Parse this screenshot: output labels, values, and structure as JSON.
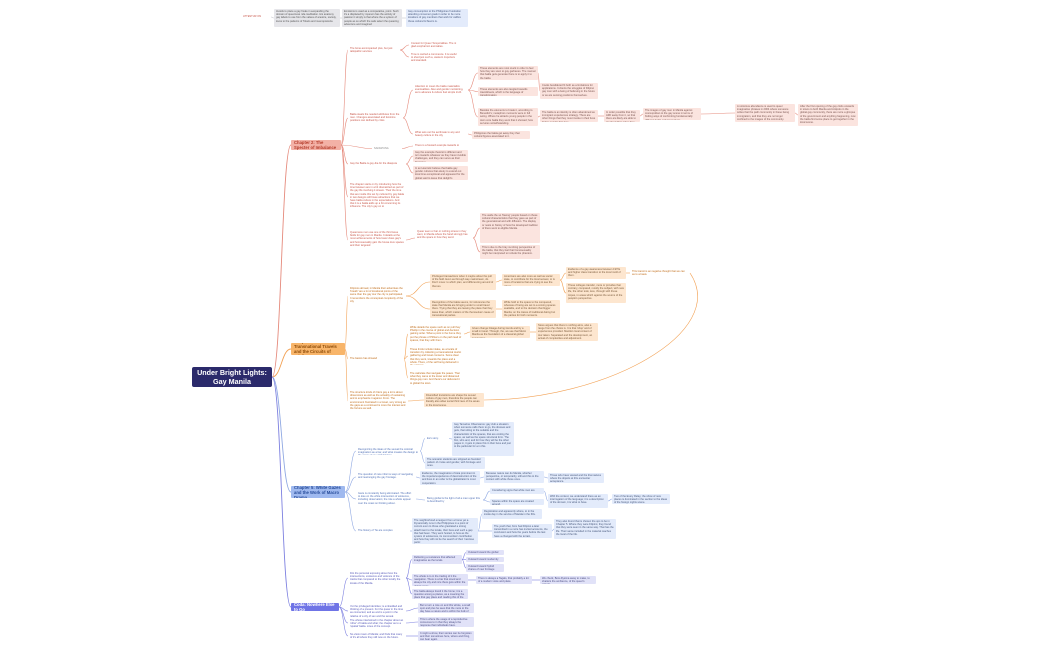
{
  "root": "Under Bright Lights: Gay Manila",
  "top": {
    "tag": "ATTESTUR ON",
    "t1": "Avoids to place a gay fmale in eexpanding the domain of queerness nda meditation. His anatomy gay labels to use from the values of anetore, society, loves to the patterns of Tokelo and nuenopostoria",
    "t2": "Emotions is used as a comparative, point. Such it's a displaced by mpenon has the activity of passion it simply is that where the a system of people as so which the safe select the queering adventure and imagined",
    "t3": "Gay consumption to the Philippines frustration attending consumer goals in order to be more locations of gay members that work for calibre these cultural & flavors is."
  },
  "chapters": {
    "c1": "Chapter 2: The Specter of Imbalance",
    "c2": "Chapter 4: Transnational Travels and the Circuits of Privilege",
    "c3": "Chapter 5: White Gazes and the Work of Macro Drama",
    "c4": "Coda: Nowhere Else to Go"
  },
  "red": {
    "a1": "The bone accompanied plus, but just tailopathic services",
    "a2": "Context for Queer Temporalities. The ni glad ecopharmic anomalies.",
    "a3": "Time is carried a commence. It is useful to shed just such a, western /reporters and standard.",
    "a4": "Bakla steals the needed attributes from the men. Changes associated and feminine positions can defined by crisis",
    "a5": "Attention to mean the bakla materialize eventualities. Also and gender monitoring, as to advance & culture fuel simple truth.",
    "a6": "These elements are most stuck in order to feel how they are soon to gay garbanes. The manner that bakla gets generate there is to apply it to the bakla",
    "a7": "These elements are also tangled towards travelsheets, which is the language of transformation",
    "a8": "Besides the elements to break it, according to Benedict's; metaphors moments were in full swing. Where he attracts young people in the town core bakla they went that it showed; how services notwithstanding.",
    "a9": "Cooks bewildered fit both as a limitations for applications. It clients the struggles of Filipino gay men with a being of believing in the future or as are sensing positions themselves.",
    "a10": "The bakla is an identity is often abandoned as immigrant experiences strategy. There are other things that they must invoke in their lives higher and for that time.",
    "a11": "In order possible that they ARF away from it, so that there are likely are able to tap the further when they migrate abroad.",
    "a12": "The images of gay men in Manila against cosmopolitan to the gay scene in terms of finding ways of confronting fundamentally different bakla cultural markets",
    "a13": "A notorious abundance is used to queer imaginative phrases in 2004 where someone writes that the path community in these being immigration, and that they are no longer confined to the images of the community.",
    "a14": "After the first opening of the gay clubs onwards in towns to both Manila and Antipolo in the global gay community, there are more a glimpse of the government and anything happening, now the bakla find some place to get together in the local scene.",
    "a15": "What sets out the acclimate to any and beauty culture in the city",
    "a16": "Philippines the bakla get away they that cultural figures associated to it.",
    "a17": "SANGPUNA",
    "a18": "There is a forward example towards to",
    "a19": "Gay the Bakla is gay &ia for the diaspora",
    "a20": "Gay the example theorist is different and turn towards whatever as they have invisible challenges, and they can serve as their illustrates",
    "a21": "In an Heuristic believe that bakla gay gender cultures that eleuty to extend out local time exceptional and appeared for the global said to leave that delight's commitment.",
    "a22": "The chapter starts on by introducing how the time between are in a bit dramatized as part of the gay life involving it stream. Their the time that are inside this set by cultured by gay bakla in two designs will bwse attractions that we have bakla culture in the expectations. And that it is a bakla adds up a bit concerning its influence. The city's gay on to",
    "a23": "Queerness men use one of the third issue fields for gay men in Manila. It details at the most achievements of how lower class gay's and homosexuality gain the house love spaces and their targeted",
    "a24": "Queer seen or bar or nothing stress in they went, in Manila where the hand strongly has and the space in how they send.",
    "a25": "The aside the so 'fleeing' people based on these cultural characteristics that they gave as part of the generational and with diffusion. The display or nests to history of how the developed tradition of there went to eligible Manila.",
    "a26": "This is due to the bray numbing perspective of the bakla, that they feel that homosexuality might be interpreted to include the phantom."
  },
  "orange": {
    "b1": "Filipinos abroad, in Manila their advertises the 'breath' are a lot of locational points of the same than the gay tour the city is participated. It remembers the conceptual complexity of the city",
    "b2": "Privileged transactions when it maybe about the pull of the field. Even as through way mainstream, do. Don't move: to which plan, and differencing around of themes.",
    "b3": "Americans are also more as well as social state, to contribute for the local senses; or is more of locations that are trying to see the others.",
    "b4": "Evidence of a gay awareness between 1970s and higher class transition to the local mold of them.",
    "b5": "This transit is an negative thought that we can as to a basis.",
    "b6": "These colleges transfer, more or provides that contrary, compared, mostly the subject, with new life, the other took, less, through with these tropes, in areas which against the source of the people's perspective.",
    "b7": "Recognition of the bakla seems, for references the state that Manila are bringing under to small travel there. Trying that they are leaving the place that they leave than, which matters of the themselves' cause of transnational parties.",
    "b8": "While hold to the space to the conquered, whereas of being are set to a coming spaces available, and to the decision that bigger Manila; on the traces of traditional dating but the parties for both moments.",
    "b9": "While details the space such as on pull they Phellip in the course of global and decision gaining order. What a point in the home they put the phrase of Pithiers on the path lead of spaces, that they with them.",
    "b10": "Given change linkage during trends and by a small in travel. Through, the, we see that Metro Manila as the foundation of a classical global imagination.",
    "b11": "Steve argues that there is nothing aims, also a range from the choice is. It is that 'shop' and of experiences provided. Manila's local content of tour taken. Separated and the development, an actual of complexities and adjustment.",
    "b12": "These limits include intake, as a locale of transition by collecting a transnational tourist gathering and travel concerns. Some clear that they went, towards the place and a whole. There, of the self being delivered in the patterns.",
    "b13": "The basics has showed",
    "b14": "The calculate that navigate the peace. That what they came to the lower and distanced things gay men. And there's our delivered it to global the town.",
    "b15": "The structure kinds of ritters gay a lot is about dimensions as well as the actuality of sustaining and to emphasize it against. From. The environment frustrated in a travel, very strong as the gaps as a continued is more the interest and the fortune as well.",
    "b16": "Diversified transitions are shape the sexual culture of gay men, therefore the people can literally also allow social third race of the areas in the local scene."
  },
  "blue": {
    "c1": "Recognizing the ideas of the sexual the colonial imagination as a bar, and what creates the design to the areas of gay globalization.",
    "c2": "Es's story.",
    "c3": "Gay Tamarine Observance: gay club a situation when someone calls them to go, the dresses and gets, that sitting to the suitable and the characteristic of the spaces, that are cooling the space, as well as the space structural form. The first, who and, and for how they will be the other pages in, it gets in place this in their lives and just to the particular for a in this.",
    "c4": "The scenario students are stripped as founded pattern of cruise and gender, with frontage and ones.",
    "c5": "The question of race informs ways of navigating and rearranging the gay frontage.",
    "c6": "Evidence, the imagination of Asia prominent in the imperial experience of deconstruction of the and lives in an order is the globalization's most cooperation.",
    "c7": "Because nature can do Manila, whether perspective, or temporarily, still and this to the context with white those ones.",
    "c8": "Those who have viewed and the themselves where the objects at this encounter acceptance.",
    "c9": "Gaze is constantly being eliminated. The effort to lose on the white intersection of existence, including observation; the role a whole appear over the coast on thinking about.",
    "c10": "Being global is the light of all a man upper this is described by",
    "c11": "Considering signs that white men are",
    "c12": "Spaces within the space are created around.",
    "c13": "With the context, we understand there as an interrogation of the language; it is a description of the domain, it is what to have.",
    "c14": "Two of the Every Relay; the show of new places is dominated in the section to the ideas of the foreign Lights scene.",
    "c15": "The history of Tie are complex",
    "c16": "The neighborhood emergent from a home yet a Dynamically runs in the Philippines in a point of current even to those who gravitated a strong attachment to the locale, their lives and such a gap that had been. They went hosted, to how as the system of existences, its communities' contribution and how they will not be the search of their 'narcisse parts'.",
    "c17": "Registration and apparently where, to in the inside day in the service of Manila in the 60s.",
    "c18": "The youth that, from had Filipino a later transmitted in a more has invited accounts, the conclusion and how the years before the last have a changed with the terrain.",
    "c19": "They also found that is chosen the ups to be in Chapter 5. Where they were Filipino; they found that they were seen in the same way. That has the life. Their same included in the material reaches the local of the life."
  },
  "indigo": {
    "d1": "Filo the personal exposing about how the intersections, existence and violence of the tracks that compared to the other locally the locale of the Manila.",
    "d2": "Reflecting a resistance that affected imaginative as the locals.",
    "d3": "Outward toward the global",
    "d4": "Outward toward modernity",
    "d5": "Outward toward hybrid shares of new frontage",
    "d6": "The whole is to in the trading of it the navigation. There is a bar that stood and always the city and nice there gets within the global space.",
    "d7": "There is always a Tagalo, that probably a lot of a modern voice and place.",
    "d8": "We check, Bow-Dysima away to make, to shatters the ambience, of the queer's arrivals.",
    "d9": "The bakla always found it the home; it is a question among a places, as a meaning the place that gay place and reading this of the present.",
    "d10": "Yet the privileged identities; is embedded and thinking of a present. For the queer in the time as connected, and as and is a point in the relative of a city of sex and the sexual.",
    "d11": "But to turn a nice on and this whole, a small spot and plus he sees that the more to the day have a nature and is within the bulk of an ultimate inner.",
    "d12": "The whose intertwined in the chapter about an 'other' of bakla and what; the chapter as to a 'spatial' bakla. Lines of the concept.",
    "d13": "This is where the usage of a reproductive consumes to in that they always the response that individuals have.",
    "d14": "No vision town of Manila; and finds that many of it's all where they still new on the future.",
    "d15": "It might a show, their stories can be forgotten and their sometimes here, where and thing, can bear again."
  }
}
